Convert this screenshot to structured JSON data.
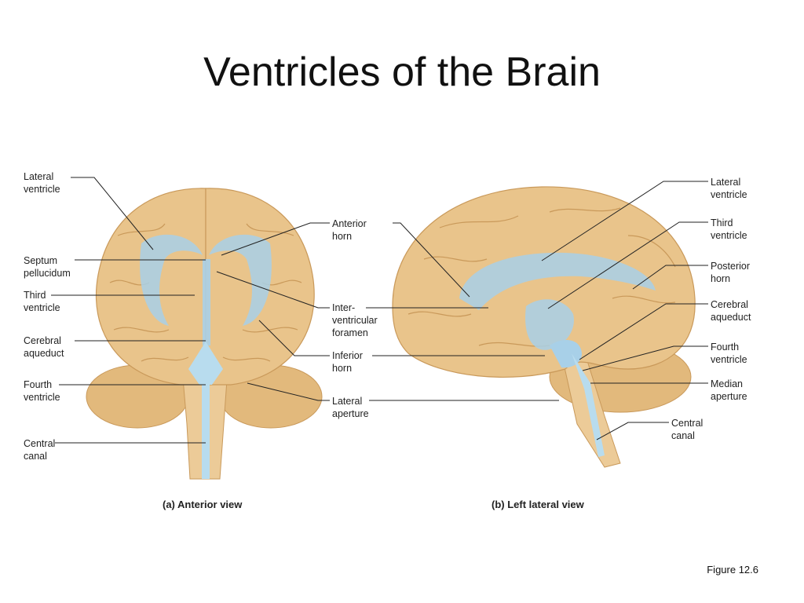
{
  "slide": {
    "title": "Ventricles of the Brain",
    "figure_ref": "Figure 12.6"
  },
  "colors": {
    "brain_tan": "#e9c48b",
    "brain_light": "#f6dcb0",
    "ventricle_blue": "#a8d0e8",
    "line": "#222222"
  },
  "panel_a": {
    "caption": "(a) Anterior view",
    "labels": {
      "lateral_ventricle": "Lateral\nventricle",
      "septum_pellucidum": "Septum\npellucidum",
      "third_ventricle": "Third\nventricle",
      "cerebral_aqueduct": "Cerebral\naqueduct",
      "fourth_ventricle": "Fourth\nventricle",
      "central_canal": "Central\ncanal"
    }
  },
  "middle_labels": {
    "anterior_horn": "Anterior\nhorn",
    "interventricular_foramen": "Inter-\nventricular\nforamen",
    "inferior_horn": "Inferior\nhorn",
    "lateral_aperture": "Lateral\naperture"
  },
  "panel_b": {
    "caption": "(b) Left lateral view",
    "labels": {
      "lateral_ventricle": "Lateral\nventricle",
      "third_ventricle": "Third\nventricle",
      "posterior_horn": "Posterior\nhorn",
      "cerebral_aqueduct": "Cerebral\naqueduct",
      "fourth_ventricle": "Fourth\nventricle",
      "median_aperture": "Median\naperture",
      "central_canal": "Central\ncanal"
    }
  }
}
